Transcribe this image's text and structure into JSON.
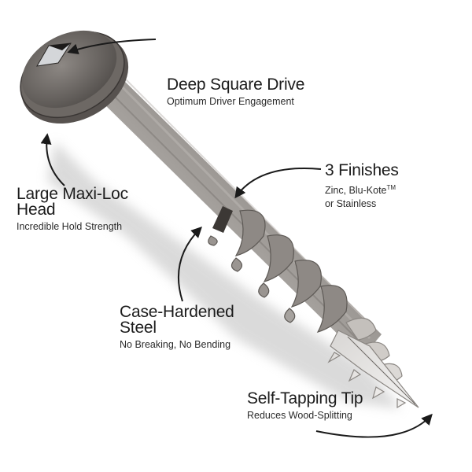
{
  "figure": {
    "subject": "Pocket-hole screw with feature callouts",
    "colors": {
      "screw_body": "#8f8a86",
      "screw_dark": "#5e5955",
      "screw_light": "#c9c5c1",
      "tip_light": "#e6e4e2",
      "arrow": "#1a1a1a",
      "shadow": "#cfcfcf",
      "background": "#ffffff"
    }
  },
  "callouts": {
    "drive": {
      "title": "Deep Square Drive",
      "subtitle": "Optimum Driver Engagement"
    },
    "finishes": {
      "title": "3 Finishes",
      "line1": "Zinc, Blu-Kote",
      "trademark": "TM",
      "line2": "or Stainless"
    },
    "head": {
      "title_line1": "Large Maxi-Loc",
      "title_line2": "Head",
      "subtitle": "Incredible Hold Strength"
    },
    "steel": {
      "title_line1": "Case-Hardened",
      "title_line2": "Steel",
      "subtitle": "No Breaking, No Bending"
    },
    "tip": {
      "title": "Self-Tapping Tip",
      "subtitle": "Reduces Wood-Splitting"
    }
  }
}
